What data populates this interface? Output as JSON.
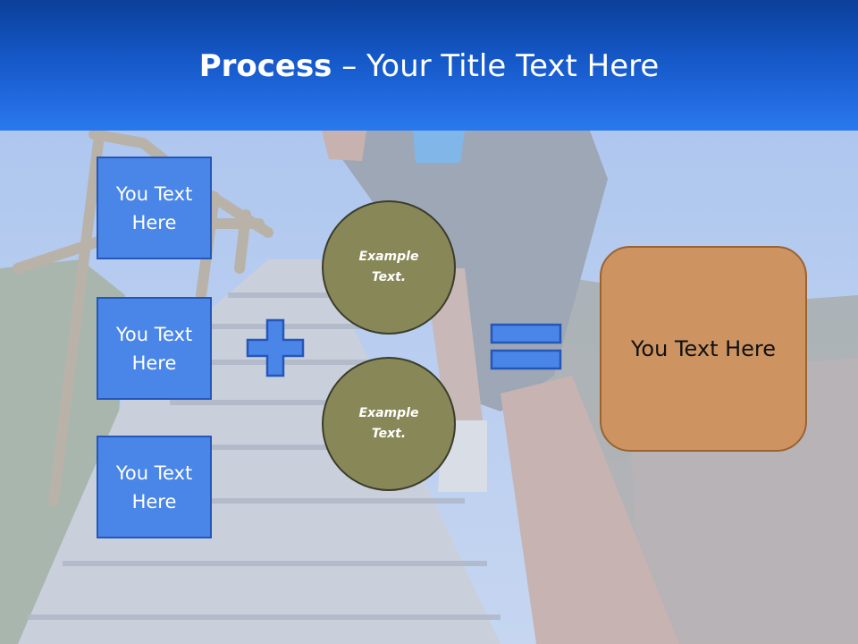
{
  "title": {
    "bold": "Process",
    "rest": " – Your Title Text Here"
  },
  "left_boxes": [
    {
      "line1": "You Text",
      "line2": "Here"
    },
    {
      "line1": "You Text",
      "line2": "Here"
    },
    {
      "line1": "You Text",
      "line2": "Here"
    }
  ],
  "circles": [
    {
      "line1": "Example",
      "line2": "Text."
    },
    {
      "line1": "Example",
      "line2": "Text."
    }
  ],
  "result_text": "You Text Here",
  "colors": {
    "header": "#1558c8",
    "box_fill": "#4a86e8",
    "circle_fill": "#878758",
    "result_fill": "#cd9462",
    "operator_fill": "#4a86e8"
  },
  "icons": {
    "plus": "plus-icon",
    "equals": "equals-icon"
  }
}
